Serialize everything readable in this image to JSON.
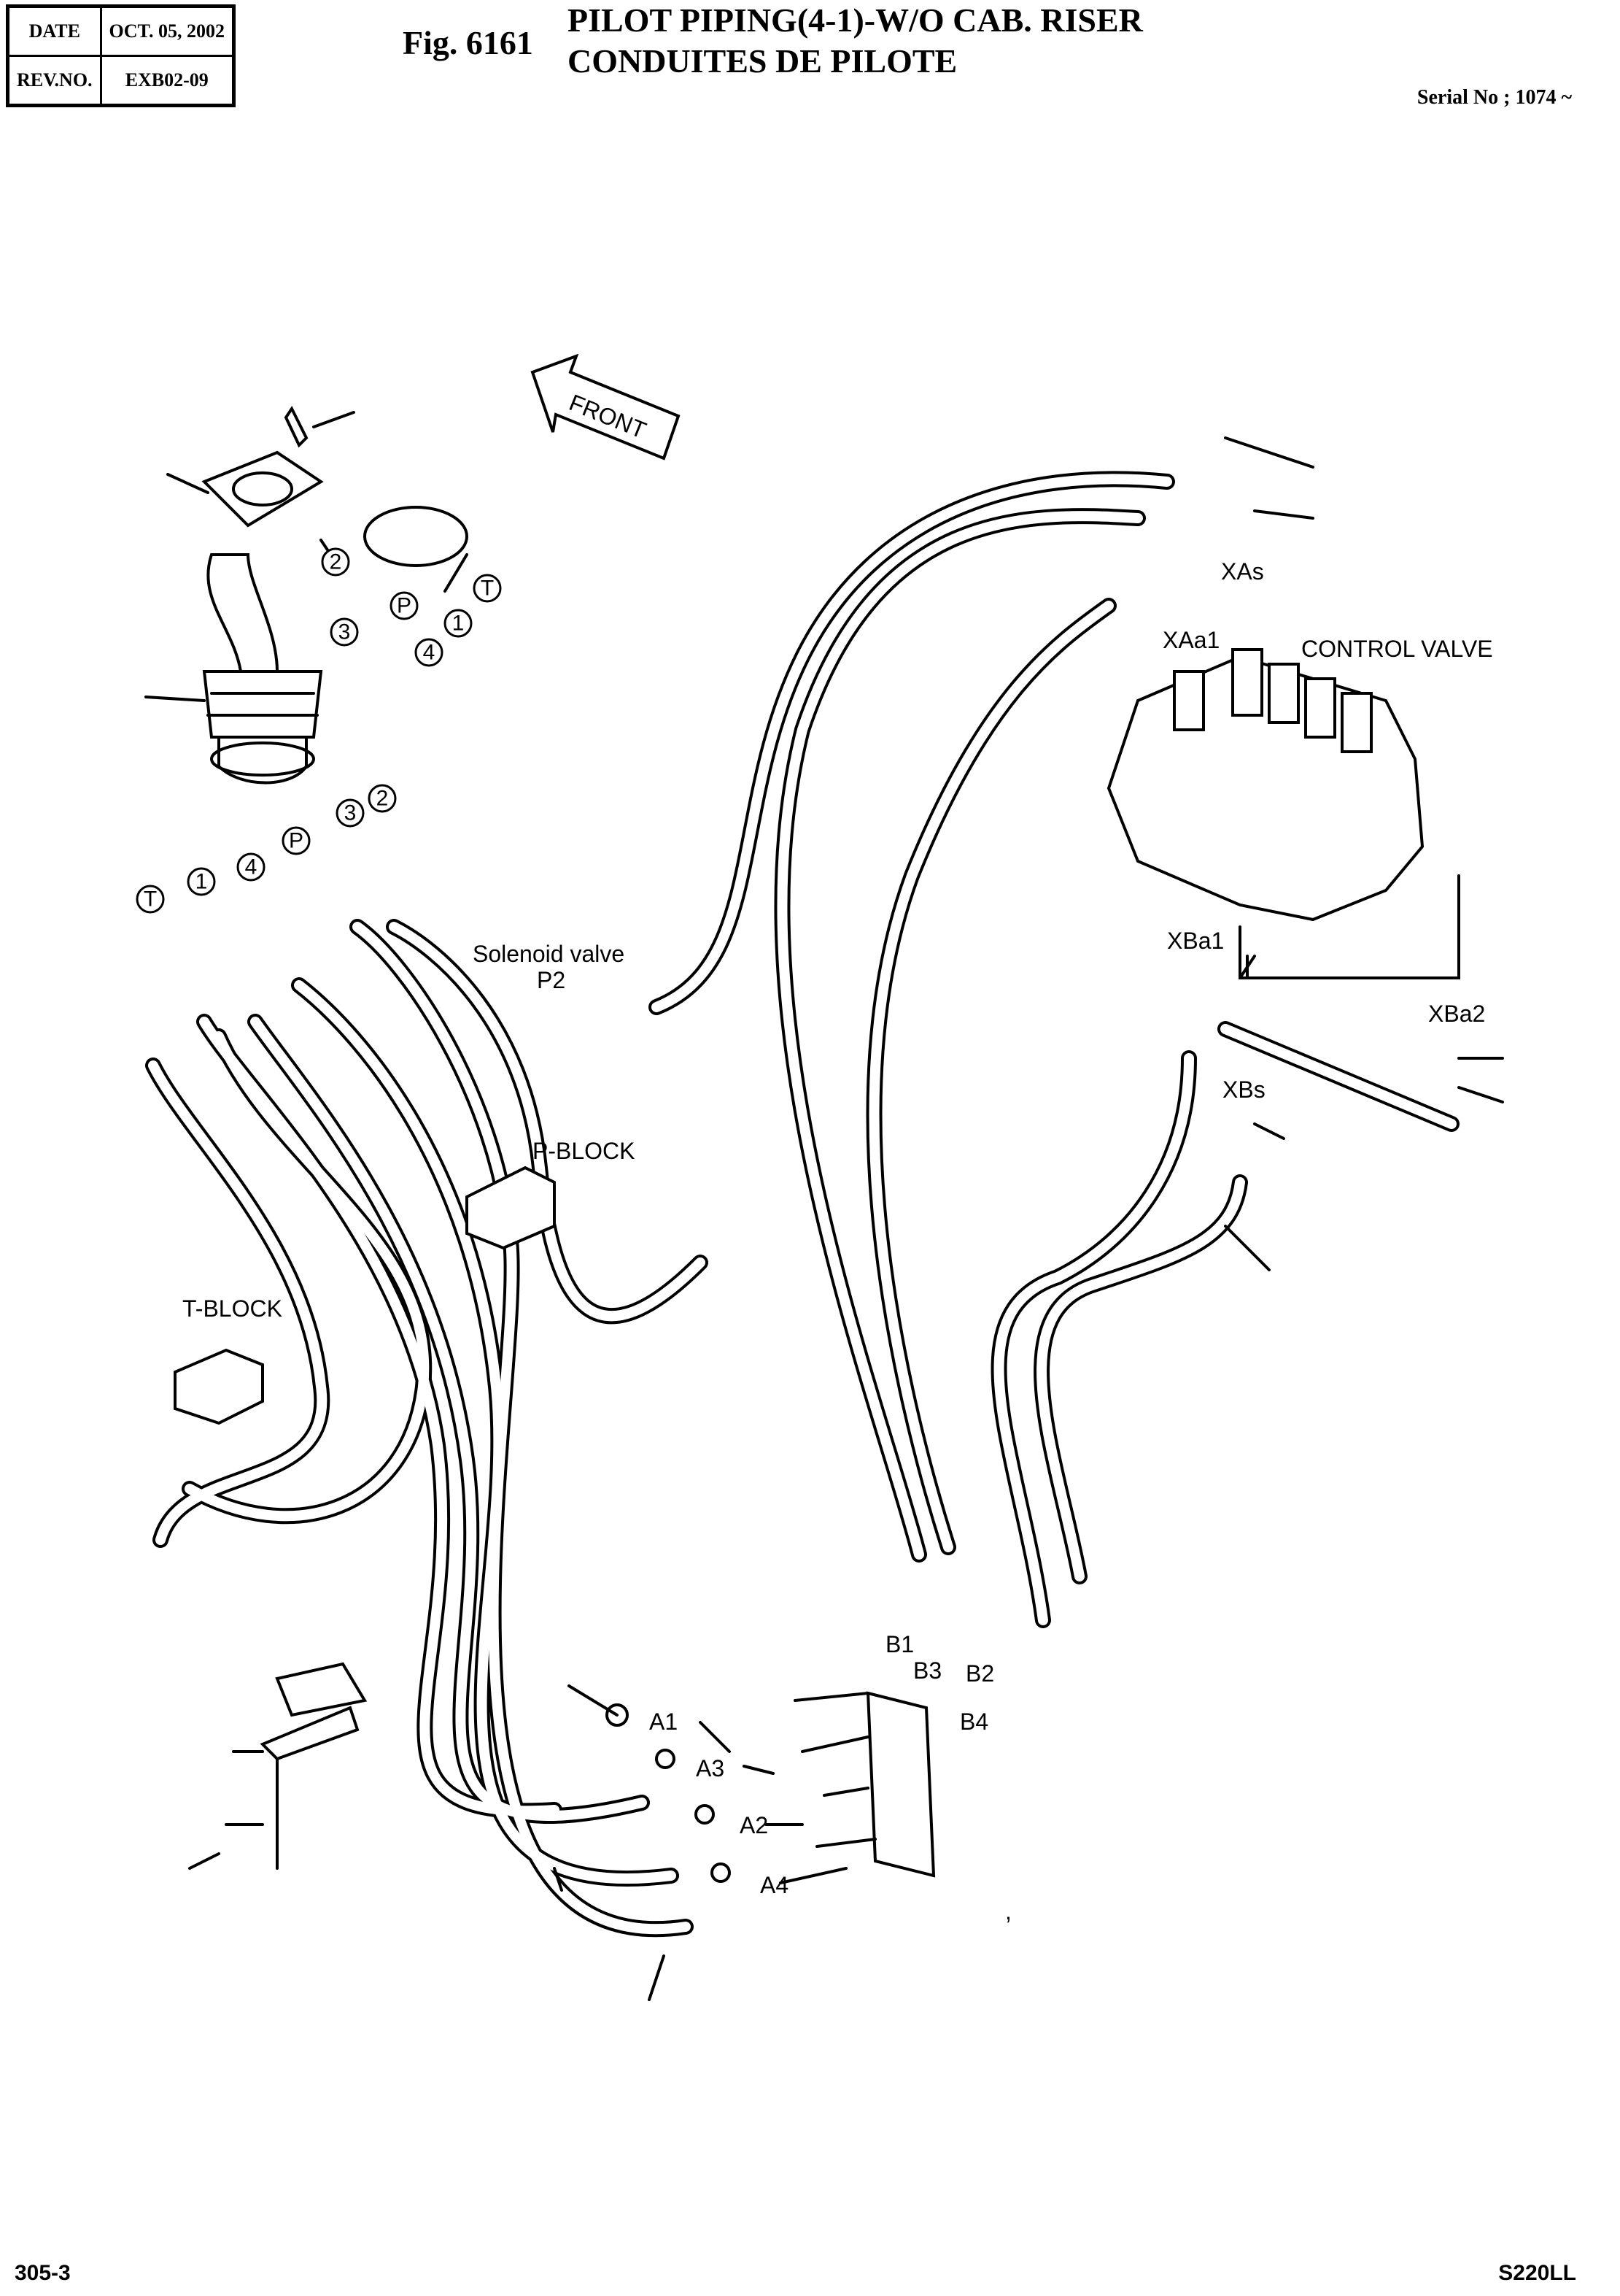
{
  "header": {
    "date_label": "DATE",
    "date_value": "OCT. 05, 2002",
    "rev_label": "REV.NO.",
    "rev_value": "EXB02-09",
    "fig": "Fig. 6161",
    "title_line1": "PILOT PIPING(4-1)-W/O CAB. RISER",
    "title_line2": "CONDUITES DE PILOTE",
    "serial": "Serial No ; 1074 ~"
  },
  "diagram": {
    "front_arrow": "FRONT",
    "port_circles_top": [
      "2",
      "3",
      "P",
      "4",
      "1",
      "T"
    ],
    "port_circles_row": [
      "3",
      "2",
      "P",
      "4",
      "1",
      "T"
    ],
    "labels": {
      "solenoid": "Solenoid valve",
      "p2": "P2",
      "p_block": "P-BLOCK",
      "t_block": "T-BLOCK",
      "xas": "XAs",
      "xaa1": "XAa1",
      "control_valve": "CONTROL VALVE",
      "xba1": "XBa1",
      "xba2": "XBa2",
      "xbs": "XBs",
      "b1": "B1",
      "b3": "B3",
      "b2": "B2",
      "b4": "B4",
      "a1": "A1",
      "a3": "A3",
      "a2": "A2",
      "a4": "A4",
      "comma": ","
    }
  },
  "footer": {
    "page": "305-3",
    "model": "S220LL"
  }
}
